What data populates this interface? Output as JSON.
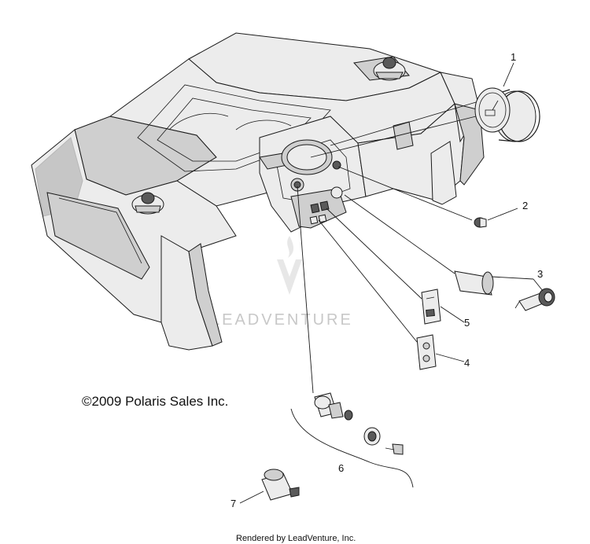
{
  "diagram": {
    "callouts": [
      "1",
      "2",
      "3",
      "4",
      "5",
      "6",
      "7"
    ],
    "copyright": "©2009 Polaris Sales Inc.",
    "watermark": "LEADVENTURE",
    "footer": "Rendered by LeadVenture, Inc."
  }
}
